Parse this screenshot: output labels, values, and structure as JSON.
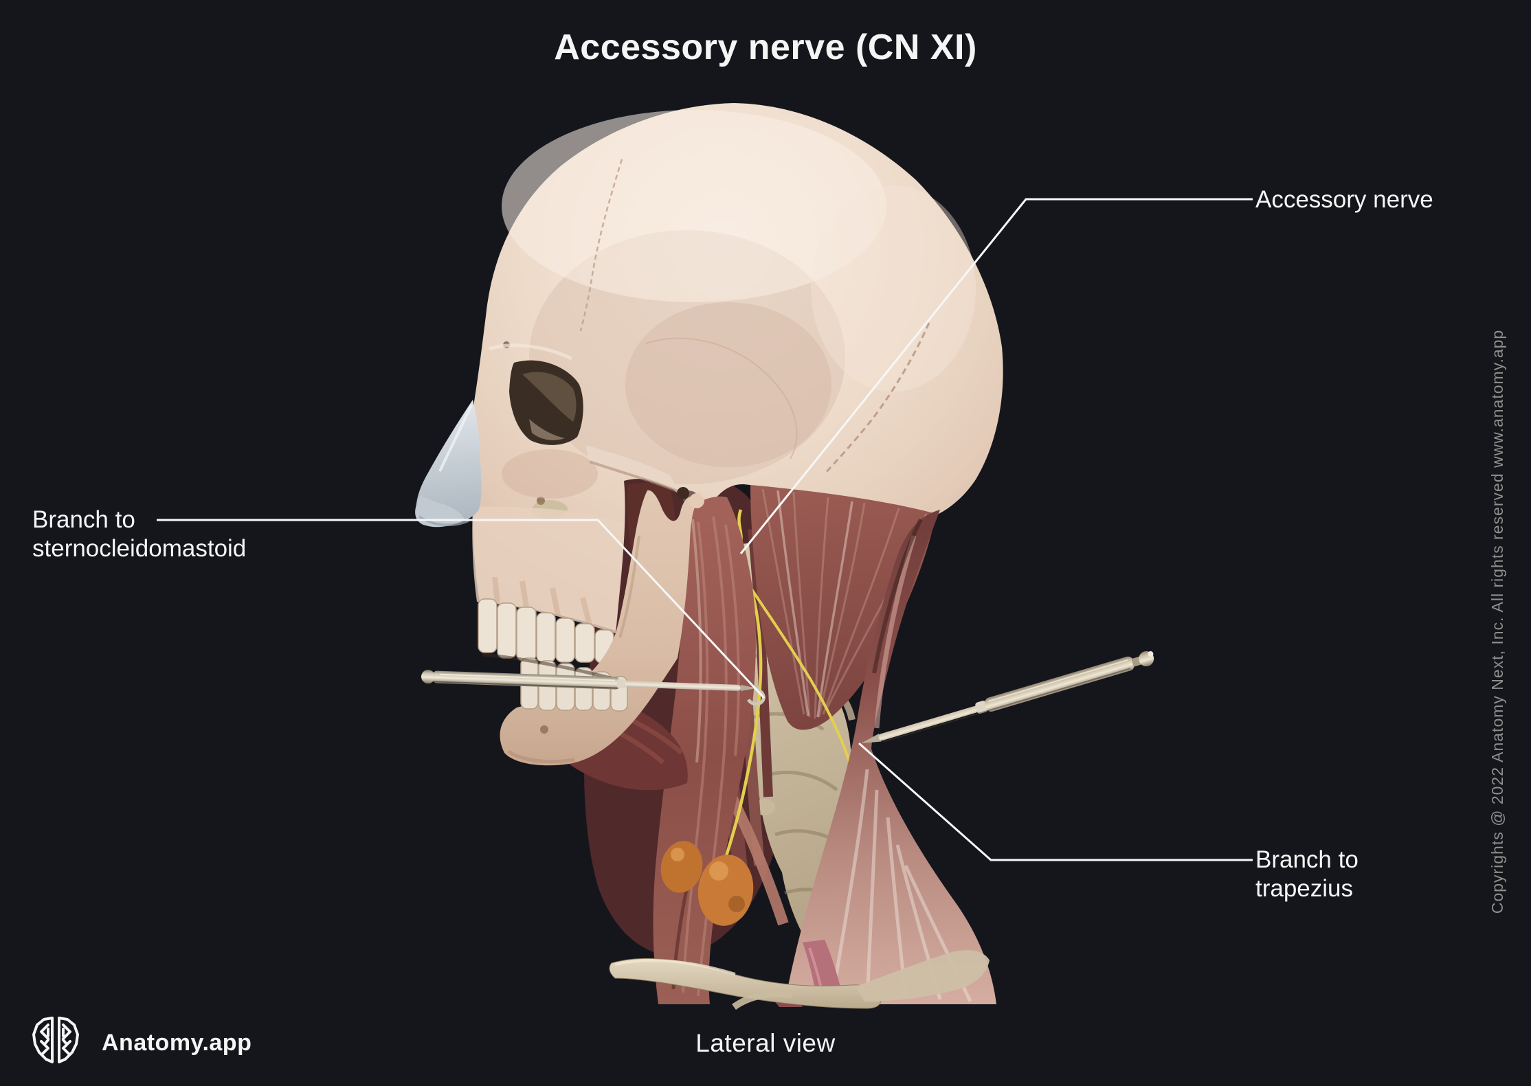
{
  "title": "Accessory nerve (CN XI)",
  "caption": "Lateral view",
  "brand": "Anatomy.app",
  "copyright": "Copyrights @ 2022 Anatomy Next, Inc. All rights reserved www.anatomy.app",
  "annotations": {
    "accessory_nerve": "Accessory nerve",
    "branch_sternocleidomastoid": "Branch to\nsternocleidomastoid",
    "branch_trapezius": "Branch to\ntrapezius"
  },
  "colors": {
    "background": "#14161c",
    "label_text": "#f5f5f5",
    "muted_text": "#8f8f8d",
    "leader_line": "#f7f7f7",
    "nerve_yellow": "#e3cf4e",
    "bone": "#e9d6c5",
    "muscle_red": "#9a5a52",
    "cartilage_gray": "#c5ccd3"
  }
}
